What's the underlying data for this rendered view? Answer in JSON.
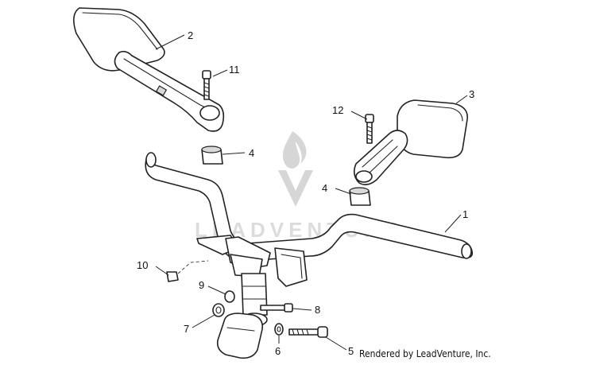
{
  "watermark": {
    "brand_text": "LEADVENTURE"
  },
  "credit": {
    "text": "Rendered by LeadVenture, Inc."
  },
  "callouts": {
    "c1": "1",
    "c2": "2",
    "c3": "3",
    "c4a": "4",
    "c4b": "4",
    "c5": "5",
    "c6": "6",
    "c7": "7",
    "c8": "8",
    "c9": "9",
    "c10": "10",
    "c11": "11",
    "c12": "12"
  }
}
